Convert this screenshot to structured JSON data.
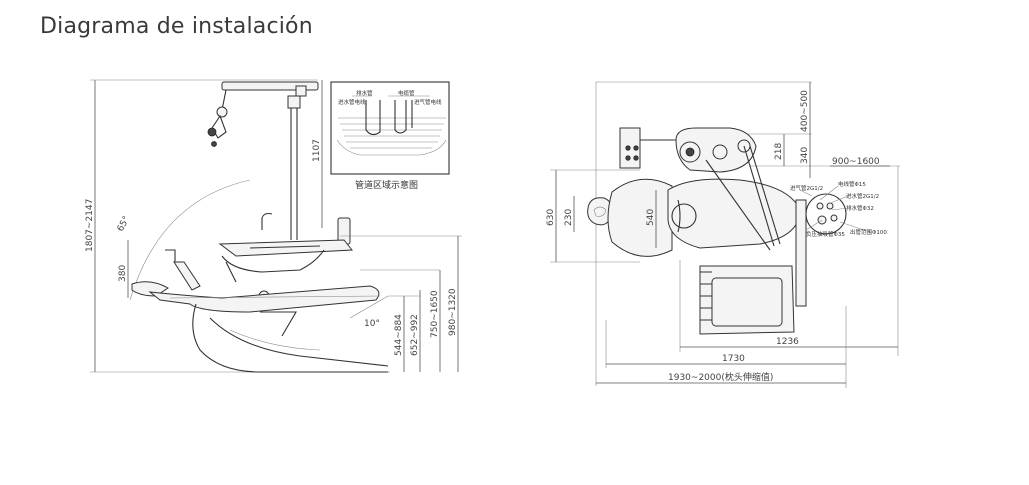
{
  "page": {
    "title": "Diagrama de instalación"
  },
  "side_view": {
    "dims": {
      "height_range": "1807~2147",
      "lamp_height": "1107",
      "seat_back": "380",
      "angle": "65°",
      "recline": "10°",
      "h1": "544~884",
      "h2": "652~992",
      "h3": "750~1650",
      "h4": "980~1320"
    },
    "pipe_inset": {
      "caption": "管道区域示意图",
      "labels": [
        "排水管",
        "电缆管",
        "进水管电线",
        "进气管电线"
      ]
    }
  },
  "top_view": {
    "dims": {
      "d400": "400~500",
      "d218": "218",
      "d340": "340",
      "d900": "900~1600",
      "d630": "630",
      "d230": "230",
      "d540": "540",
      "d1236": "1236",
      "d1730": "1730",
      "d1930": "1930~2000(枕头伸缩值)"
    },
    "callouts": [
      "电线管Φ15",
      "进气管2G1/2",
      "进水管2G1/2",
      "排水管Φ32",
      "负压抽吸管Φ35",
      "出管范围Φ100"
    ]
  }
}
